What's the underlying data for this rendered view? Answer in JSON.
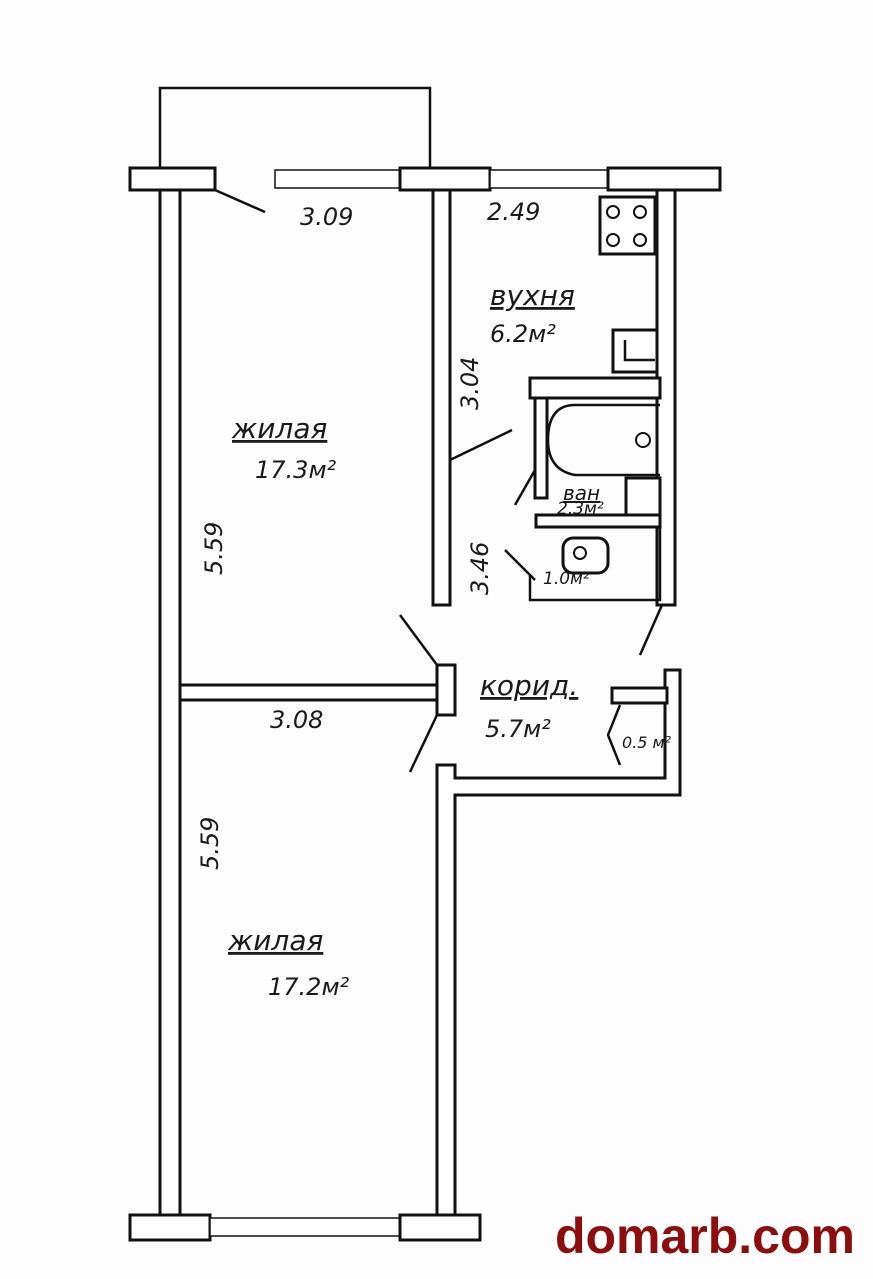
{
  "plan": {
    "rooms": [
      {
        "name": "жилая",
        "area": "17.3м²"
      },
      {
        "name": "вухня",
        "area": "6.2м²"
      },
      {
        "name": "ван",
        "area": "2.3м²"
      },
      {
        "name": "",
        "area": "1.0м²"
      },
      {
        "name": "корид.",
        "area": "5.7м²"
      },
      {
        "name": "",
        "area": "0.5 м²"
      },
      {
        "name": "жилая",
        "area": "17.2м²"
      }
    ],
    "dimensions": [
      "3.09",
      "2.49",
      "3.04",
      "5.59",
      "3.46",
      "3.08",
      "5.59"
    ]
  },
  "watermark": "domarb.com"
}
